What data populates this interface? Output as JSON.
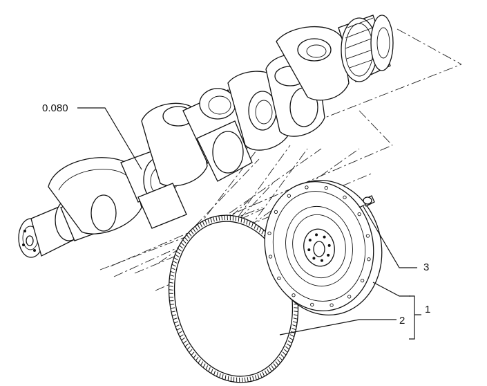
{
  "callouts": {
    "crankshaft_ref": "0.080",
    "flywheel_assembly": "1",
    "ring_gear": "2",
    "flywheel_bolt": "3"
  },
  "colors": {
    "ink": "#111111",
    "paper": "#ffffff"
  }
}
